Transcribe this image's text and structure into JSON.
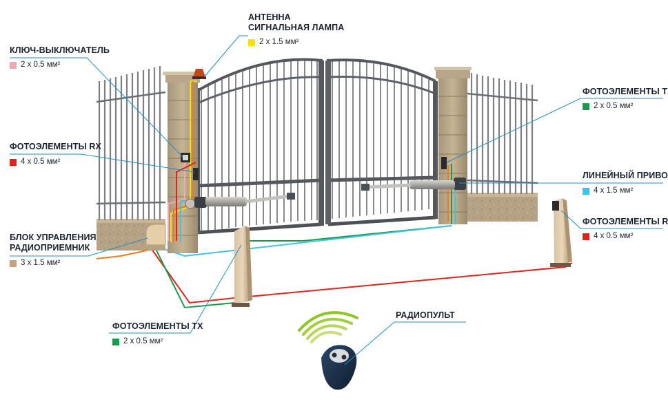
{
  "colors": {
    "pink": "#f4a7b1",
    "yellow": "#f7e300",
    "red": "#e2231a",
    "green": "#1a9a4a",
    "cyan": "#3fc3e6",
    "tan": "#c9a27c",
    "orange": "#ee7a1e",
    "leader": "#1f8fc3",
    "text": "#1b2330"
  },
  "callouts": {
    "antenna": {
      "line1": "АНТЕННА",
      "line2": "СИГНАЛЬНАЯ ЛАМПА",
      "spec": "2 x 1.5 мм²",
      "color": "#f7e300"
    },
    "key_switch": {
      "label": "КЛЮЧ-ВЫКЛЮЧАТЕЛЬ",
      "spec": "2 x 0.5 мм²",
      "color": "#f4a7b1"
    },
    "photo_rx_left": {
      "label": "ФОТОЭЛЕМЕНТЫ RX",
      "spec": "4 x 0.5 мм²",
      "color": "#e2231a"
    },
    "control_block": {
      "line1": "БЛОК УПРАВЛЕНИЯ",
      "line2": "РАДИОПРИЕМНИК",
      "spec": "3 x 1.5 мм²",
      "color": "#c9a27c"
    },
    "photo_tx_right": {
      "label": "ФОТОЭЛЕМЕНТЫ TX",
      "spec": "2 x 0.5 мм²",
      "color": "#1a9a4a"
    },
    "linear_drive": {
      "label": "ЛИНЕЙНЫЙ ПРИВОД",
      "spec": "4 x 1.5 мм²",
      "color": "#3fc3e6"
    },
    "photo_rx_right": {
      "label": "ФОТОЭЛЕМЕНТЫ RX",
      "spec": "4 x 0.5 мм²",
      "color": "#e2231a"
    },
    "photo_tx_bottom": {
      "label": "ФОТОЭЛЕМЕНТЫ TX",
      "spec": "2 x 0.5 мм²",
      "color": "#1a9a4a"
    },
    "remote": {
      "label": "РАДИОПУЛЬТ"
    }
  }
}
